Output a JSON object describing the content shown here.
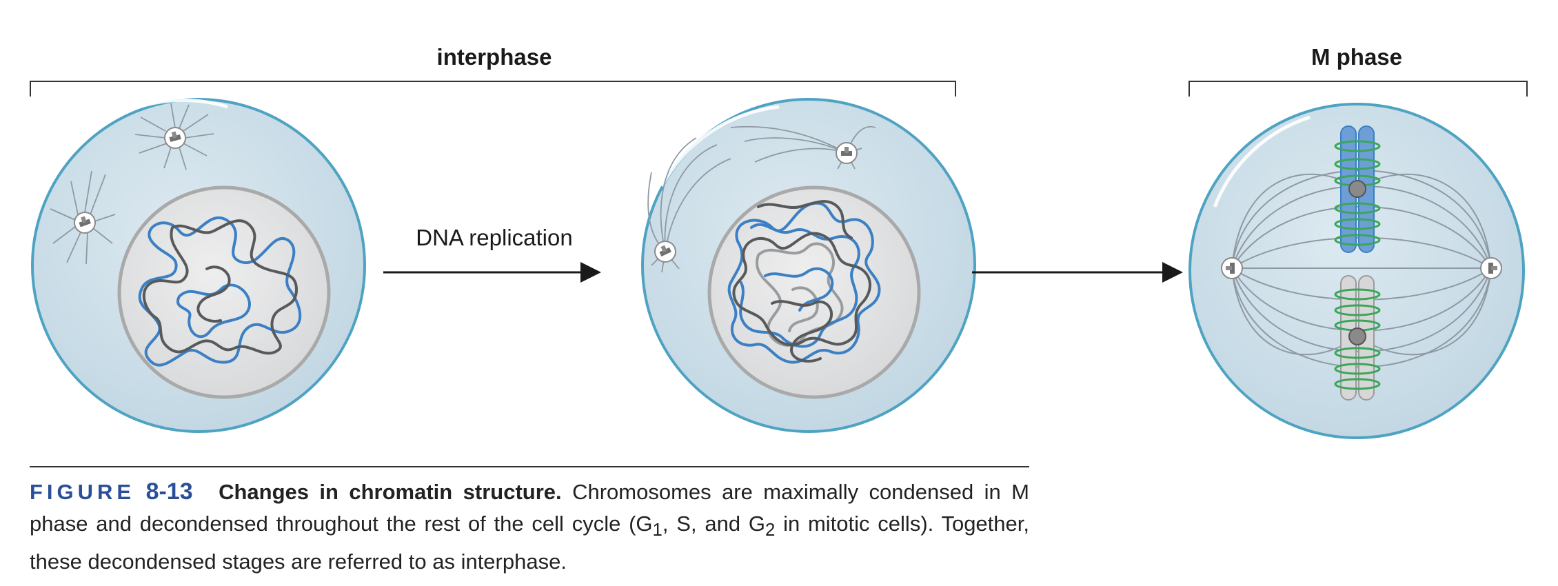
{
  "phases": {
    "interphase": "interphase",
    "m_phase": "M phase"
  },
  "arrow_label": "DNA replication",
  "caption": {
    "figure_label": "FIGURE",
    "figure_number": "8-13",
    "title": "Changes in chromatin structure.",
    "text_1": "Chromosomes are maximally condensed in M phase and decondensed throughout the rest of the cell cycle (G",
    "sub_1": "1",
    "text_2": ", S, and G",
    "sub_2": "2",
    "text_3": " in mitotic cells). Together, these decondensed stages are referred to as interphase."
  },
  "colors": {
    "cell_fill": "#cfe0ea",
    "cell_outline": "#4fa3c2",
    "nucleus_fill": "#e4e5e6",
    "nucleus_outline": "#a9a9a9",
    "chromatin_blue": "#3b7fc4",
    "chromatin_gray": "#58595b",
    "spindle": "#8e9aa3",
    "cohesin_green": "#3aa65a",
    "caption_accent": "#2a4f97"
  },
  "icons": [
    "centrosome-icon",
    "arrow-right-icon"
  ]
}
